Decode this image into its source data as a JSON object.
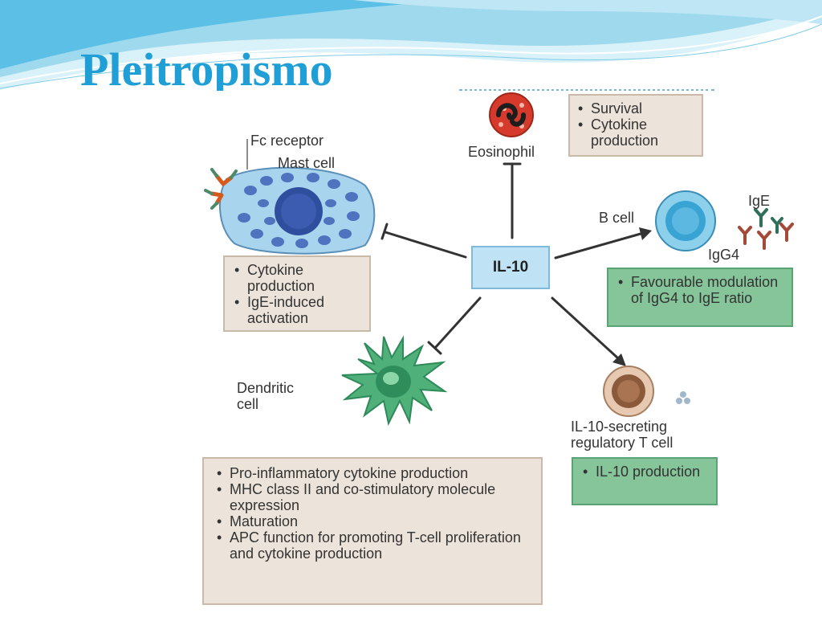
{
  "slide": {
    "title": "Pleitropismo"
  },
  "diagram": {
    "center": "IL-10",
    "eosinophil": {
      "label": "Eosinophil",
      "effects": [
        "Survival",
        "Cytokine production"
      ]
    },
    "mast_cell": {
      "fc_label": "Fc receptor",
      "label": "Mast cell",
      "effects": [
        "Cytokine production",
        "IgE-induced activation"
      ]
    },
    "b_cell": {
      "label": "B cell",
      "ige_label": "IgE",
      "igg4_label": "IgG4",
      "effects": [
        "Favourable modulation of IgG4 to IgE ratio"
      ]
    },
    "dendritic_cell": {
      "label": "Dendritic cell",
      "effects": [
        "Pro-inflammatory cytokine production",
        "MHC class II and co-stimulatory molecule expression",
        "Maturation",
        "APC function for promoting T-cell proliferation and cytokine production"
      ]
    },
    "treg": {
      "label": "IL-10-secreting regulatory T cell",
      "effects": [
        "IL-10 production"
      ]
    },
    "colors": {
      "title": "#1f9fd6",
      "inhibit_box": "#ece4da",
      "promote_box": "#86c49a",
      "center_box": "#bfe2f4"
    }
  }
}
